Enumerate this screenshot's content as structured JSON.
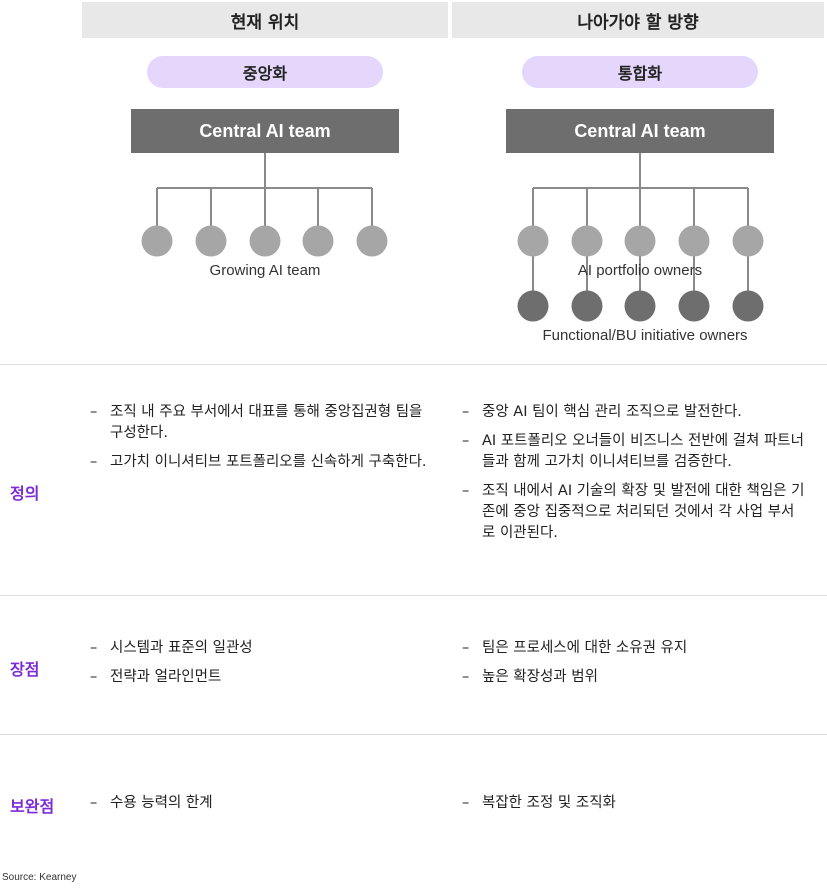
{
  "header": {
    "current_label": "현재 위치",
    "future_label": "나아가야 할 방향"
  },
  "current": {
    "model": "중앙화",
    "central_team": "Central AI team",
    "node_label": "Growing AI team"
  },
  "future": {
    "model": "통합화",
    "central_team": "Central AI team",
    "node_label_upper": "AI portfolio owners",
    "node_label_lower": "Functional/BU initiative owners"
  },
  "rows": {
    "definition": {
      "label": "정의",
      "current": [
        "조직 내 주요 부서에서 대표를 통해 중앙집권형 팀을 구성한다.",
        "고가치 이니셔티브 포트폴리오를 신속하게 구축한다."
      ],
      "future": [
        "중앙 AI 팀이 핵심 관리 조직으로 발전한다.",
        "AI 포트폴리오 오너들이 비즈니스 전반에 걸쳐 파트너들과 함께 고가치 이니셔티브를 검증한다.",
        "조직 내에서 AI 기술의 확장 및 발전에 대한 책임은 기존에 중앙 집중적으로 처리되던 것에서 각 사업 부서로 이관된다."
      ]
    },
    "advantages": {
      "label": "장점",
      "current": [
        "시스템과 표준의 일관성",
        "전략과 얼라인먼트"
      ],
      "future": [
        "팀은 프로세스에 대한 소유권 유지",
        "높은 확장성과 범위"
      ]
    },
    "complements": {
      "label": "보완점",
      "current": [
        "수용 능력의 한계"
      ],
      "future": [
        "복잡한 조정 및 조직화"
      ]
    }
  },
  "source": "Source: Kearney",
  "colors": {
    "header_bg": "#e8e8e8",
    "pill_bg": "#e5d6fb",
    "central_box": "#6e6e6e",
    "node_light": "#a6a6a6",
    "node_dark": "#6e6e6e",
    "connector": "#8a8a8a",
    "row_label": "#7b2cd6"
  }
}
